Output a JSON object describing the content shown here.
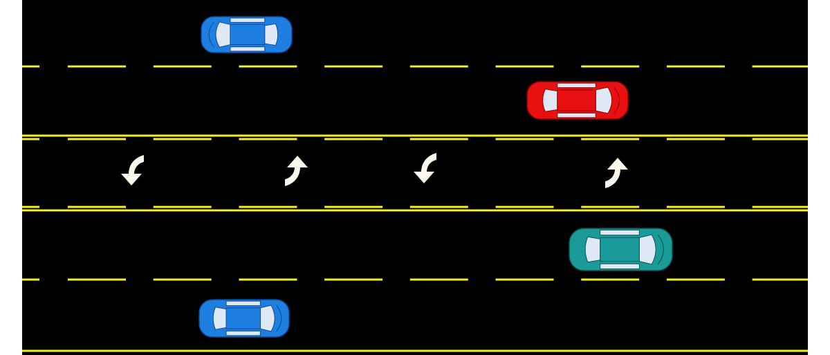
{
  "scene": {
    "road_color": "#000000",
    "line_color": "#f5f01e",
    "arrow_color": "#fbf8ee",
    "cars": [
      {
        "id": "blue-car-top",
        "body": "#1f7fe0",
        "dark": "#0b4a9a",
        "facing": "left"
      },
      {
        "id": "red-car",
        "body": "#e81010",
        "dark": "#8a0505",
        "facing": "right"
      },
      {
        "id": "teal-car",
        "body": "#1a9a98",
        "dark": "#0b5352",
        "facing": "right"
      },
      {
        "id": "blue-car-bottom",
        "body": "#1f7fe0",
        "dark": "#0b4a9a",
        "facing": "right"
      }
    ],
    "arrows": [
      {
        "id": "turn-arrow-1",
        "direction": "down"
      },
      {
        "id": "turn-arrow-2",
        "direction": "up"
      },
      {
        "id": "turn-arrow-3",
        "direction": "down"
      },
      {
        "id": "turn-arrow-4",
        "direction": "up"
      }
    ]
  }
}
